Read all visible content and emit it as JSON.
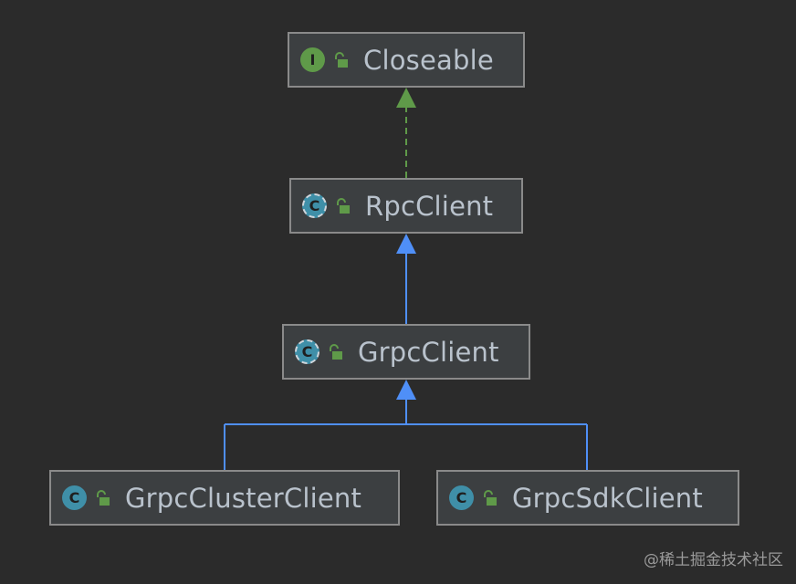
{
  "nodes": [
    {
      "id": "closeable",
      "label": "Closeable",
      "kind": "interface",
      "kind_letter": "I",
      "visibility": "public"
    },
    {
      "id": "rpc-client",
      "label": "RpcClient",
      "kind": "abstract-class",
      "kind_letter": "C",
      "visibility": "public"
    },
    {
      "id": "grpc-client",
      "label": "GrpcClient",
      "kind": "abstract-class",
      "kind_letter": "C",
      "visibility": "public"
    },
    {
      "id": "grpc-cluster-client",
      "label": "GrpcClusterClient",
      "kind": "class",
      "kind_letter": "C",
      "visibility": "public"
    },
    {
      "id": "grpc-sdk-client",
      "label": "GrpcSdkClient",
      "kind": "class",
      "kind_letter": "C",
      "visibility": "public"
    }
  ],
  "edges": [
    {
      "from": "rpc-client",
      "to": "closeable",
      "relation": "implements",
      "color": "#5f9a49",
      "style": "dashed"
    },
    {
      "from": "grpc-client",
      "to": "rpc-client",
      "relation": "extends",
      "color": "#4f8ff7",
      "style": "solid"
    },
    {
      "from": "grpc-cluster-client",
      "to": "grpc-client",
      "relation": "extends",
      "color": "#4f8ff7",
      "style": "solid"
    },
    {
      "from": "grpc-sdk-client",
      "to": "grpc-client",
      "relation": "extends",
      "color": "#4f8ff7",
      "style": "solid"
    }
  ],
  "colors": {
    "background": "#2b2b2b",
    "node_fill": "#3c3f41",
    "node_border": "#8a8a8a",
    "label_text": "#b9c2cc",
    "interface_icon": "#5f9a49",
    "class_icon": "#3f8fa8",
    "lock_icon": "#5f9a49"
  },
  "watermark": "@稀土掘金技术社区"
}
